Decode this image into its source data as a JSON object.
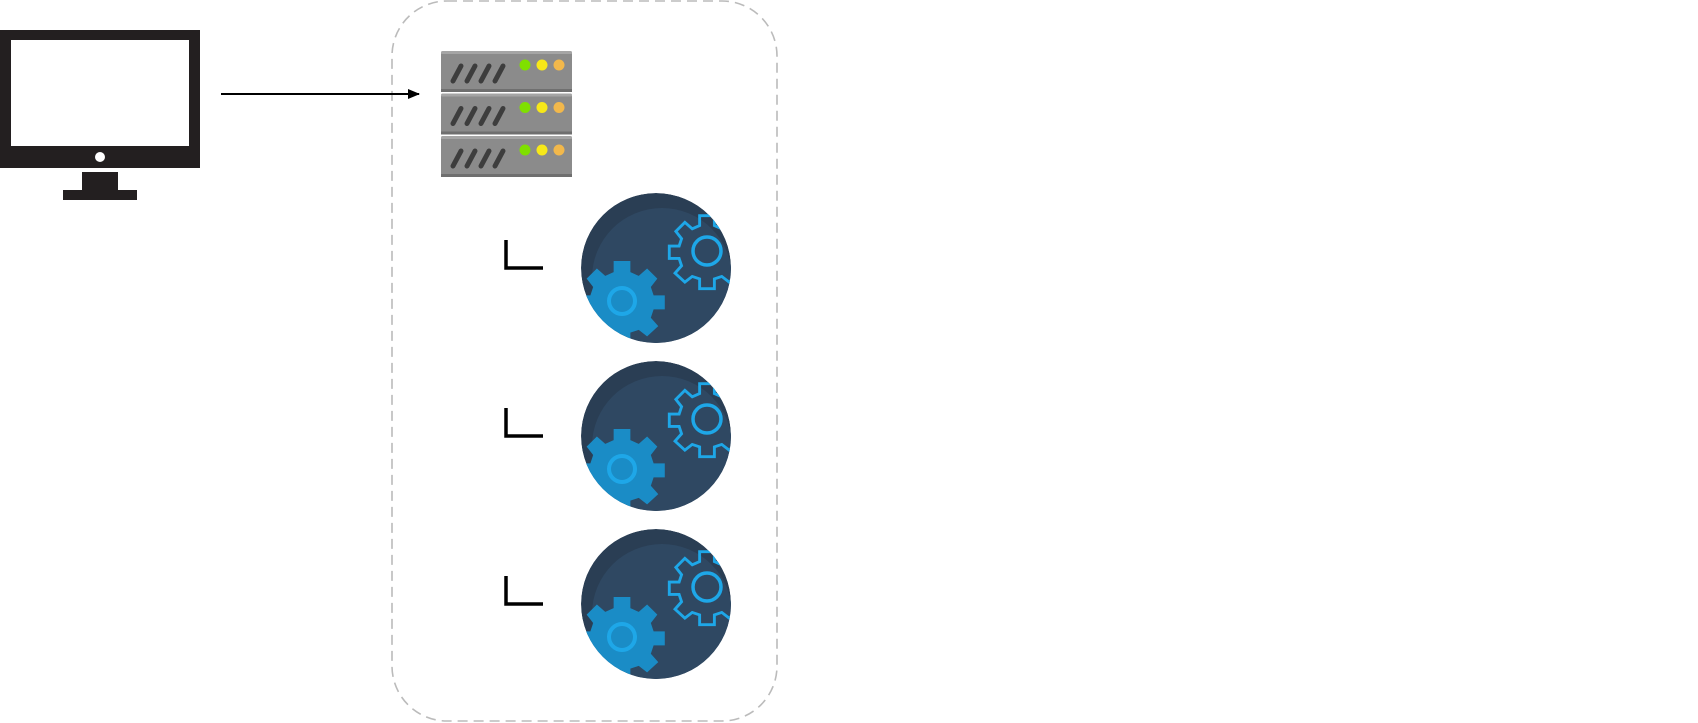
{
  "diagram": {
    "nodes": [
      {
        "id": "client",
        "icon": "monitor-icon"
      },
      {
        "id": "server",
        "icon": "server-rack-icon",
        "rack_units": 3,
        "led_colors": [
          "#7fe000",
          "#f7e818",
          "#f2b84b"
        ]
      },
      {
        "id": "process-1",
        "icon": "gears-icon"
      },
      {
        "id": "process-2",
        "icon": "gears-icon"
      },
      {
        "id": "process-3",
        "icon": "gears-icon"
      }
    ],
    "edges": [
      {
        "from": "client",
        "to": "server",
        "style": "arrow"
      },
      {
        "from": "server",
        "to": "process-1",
        "style": "tree-branch"
      },
      {
        "from": "server",
        "to": "process-2",
        "style": "tree-branch"
      },
      {
        "from": "server",
        "to": "process-3",
        "style": "tree-branch"
      }
    ],
    "group": {
      "style": "dashed-rounded",
      "members": [
        "server",
        "process-1",
        "process-2",
        "process-3"
      ]
    },
    "colors": {
      "monitor": "#231f20",
      "server_body": "#8b8b8b",
      "gear_bg": "#2a3e54",
      "gear_accent": "#1a8cc6",
      "gear_outline": "#1ea7e8",
      "group_border": "#bbbbbb"
    }
  }
}
